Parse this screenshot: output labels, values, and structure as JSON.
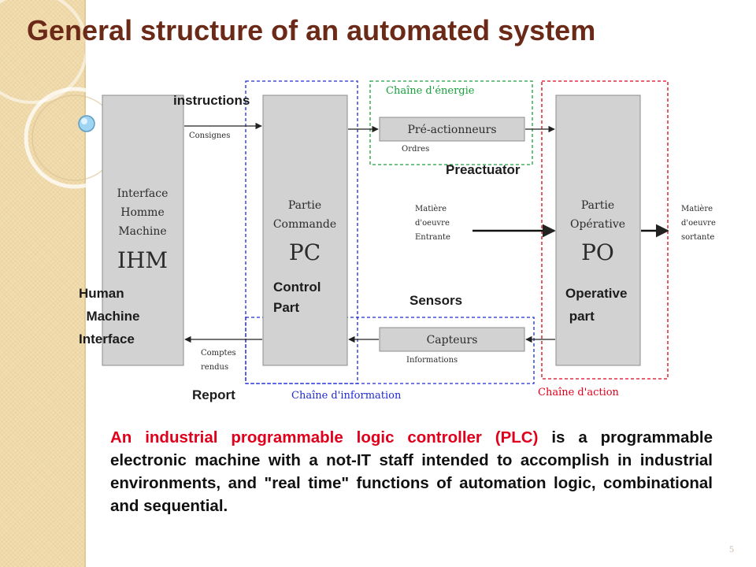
{
  "title": "General structure of an automated system",
  "diagram": {
    "blocks": {
      "ihm": {
        "line1": "Interface",
        "line2": "Homme",
        "line3": "Machine",
        "abbr": "IHM"
      },
      "pc": {
        "line1": "Partie",
        "line2": "Commande",
        "abbr": "PC"
      },
      "po": {
        "line1": "Partie",
        "line2": "Opérative",
        "abbr": "PO"
      },
      "preactionneurs": "Pré-actionneurs",
      "capteurs": "Capteurs"
    },
    "flow_labels": {
      "consignes": "Consignes",
      "ordres": "Ordres",
      "informations": "Informations",
      "comptes_1": "Comptes",
      "comptes_2": "rendus",
      "input_1": "Matière",
      "input_2": "d'oeuvre",
      "input_3": "Entrante",
      "output_1": "Matière",
      "output_2": "d'oeuvre",
      "output_3": "sortante"
    },
    "chains": {
      "energy": "Chaîne d'énergie",
      "information": "Chaîne d'information",
      "action": "Chaîne d'action"
    },
    "colors": {
      "energy": "#1aa13c",
      "information": "#1f2bd6",
      "action": "#e0001b",
      "block_fill": "#d2d2d2"
    }
  },
  "annotations": {
    "instructions": "instructions",
    "preactuator": "Preactuator",
    "human_machine_interface": "Human\n  Machine\nInterface",
    "control_part": "Control\nPart",
    "sensors": "Sensors",
    "operative_part": "Operative\n part",
    "report": "Report"
  },
  "paragraph": {
    "highlight": "An industrial programmable logic controller (PLC)",
    "rest": " is a programmable electronic machine with a not-IT staff intended to accomplish in industrial environments, and \"real time\" functions of automation logic, combinational and sequential."
  },
  "page_number": "5"
}
